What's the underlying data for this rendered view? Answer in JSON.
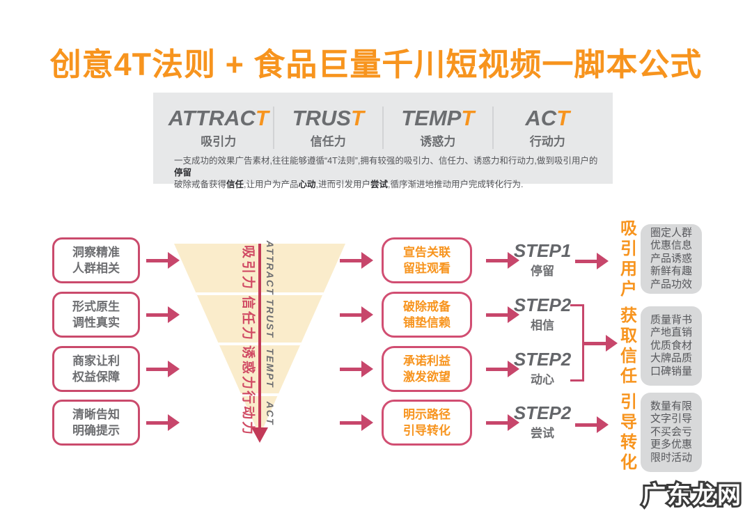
{
  "title": "创意4T法则 + 食品巨量千川短视频一脚本公式",
  "legend": {
    "items": [
      {
        "en_prefix": "ATTRAC",
        "en_suffix": "T",
        "zh": "吸引力"
      },
      {
        "en_prefix": "TRUS",
        "en_suffix": "T",
        "zh": "信任力"
      },
      {
        "en_prefix": "TEMP",
        "en_suffix": "T",
        "zh": "诱惑力"
      },
      {
        "en_prefix": "AC",
        "en_suffix": "T",
        "zh": "行动力"
      }
    ]
  },
  "intro": {
    "l1": [
      "一支成功的效果广告素材,往往能够遵循“4T法则”,拥有较强的吸引力、信任力、诱惑力和行动力,做到吸引用户的",
      "停留"
    ],
    "l2": [
      "破除戒备获得",
      "信任",
      ",让用户为产品",
      "心动",
      ",进而引发用户",
      "尝试",
      ",循序渐进地推动用户完成转化行为."
    ]
  },
  "funnel": {
    "levels": [
      {
        "zh": "吸引力",
        "en": "ATTRACT"
      },
      {
        "zh": "信任力",
        "en": "TRUST"
      },
      {
        "zh": "诱惑力",
        "en": "TEMPT"
      },
      {
        "zh": "行动力",
        "en": "ACT"
      }
    ]
  },
  "rows": [
    {
      "left": [
        "洞察精准",
        "人群相关"
      ],
      "mid": [
        "宣告关联",
        "留驻观看"
      ],
      "step": "STEP1",
      "step_zh": "停留"
    },
    {
      "left": [
        "形式原生",
        "调性真实"
      ],
      "mid": [
        "破除戒备",
        "铺垫信赖"
      ],
      "step": "STEP2",
      "step_zh": "相信"
    },
    {
      "left": [
        "商家让利",
        "权益保障"
      ],
      "mid": [
        "承诺利益",
        "激发欲望"
      ],
      "step": "STEP2",
      "step_zh": "动心"
    },
    {
      "left": [
        "清晰告知",
        "明确提示"
      ],
      "mid": [
        "明示路径",
        "引导转化"
      ],
      "step": "STEP2",
      "step_zh": "尝试"
    }
  ],
  "outcomes": [
    {
      "label": "吸引用户",
      "points": [
        "圈定人群",
        "优惠信息",
        "产品诱惑",
        "新鲜有趣",
        "产品功效"
      ]
    },
    {
      "label": "获取信任",
      "points": [
        "质量背书",
        "产地直销",
        "优质食材",
        "大牌品质",
        "口碑销量"
      ]
    },
    {
      "label": "引导转化",
      "points": [
        "数量有限",
        "文字引导",
        "不买会亏",
        "更多优惠",
        "限时活动"
      ]
    }
  ],
  "watermark": "广东龙网",
  "colors": {
    "accent_orange": "#F7941E",
    "arrow_crimson": "#C7466B",
    "box_border_crimson": "#CA4A6C",
    "funnel_fill": "#FAECCB",
    "funnel_axis_red": "#C23A58",
    "funnel_label_red": "#D04A63",
    "text_gray": "#6D6E71",
    "panel_bg": "#E7E8E9",
    "outcome_box_bg": "#D8D9DA"
  }
}
